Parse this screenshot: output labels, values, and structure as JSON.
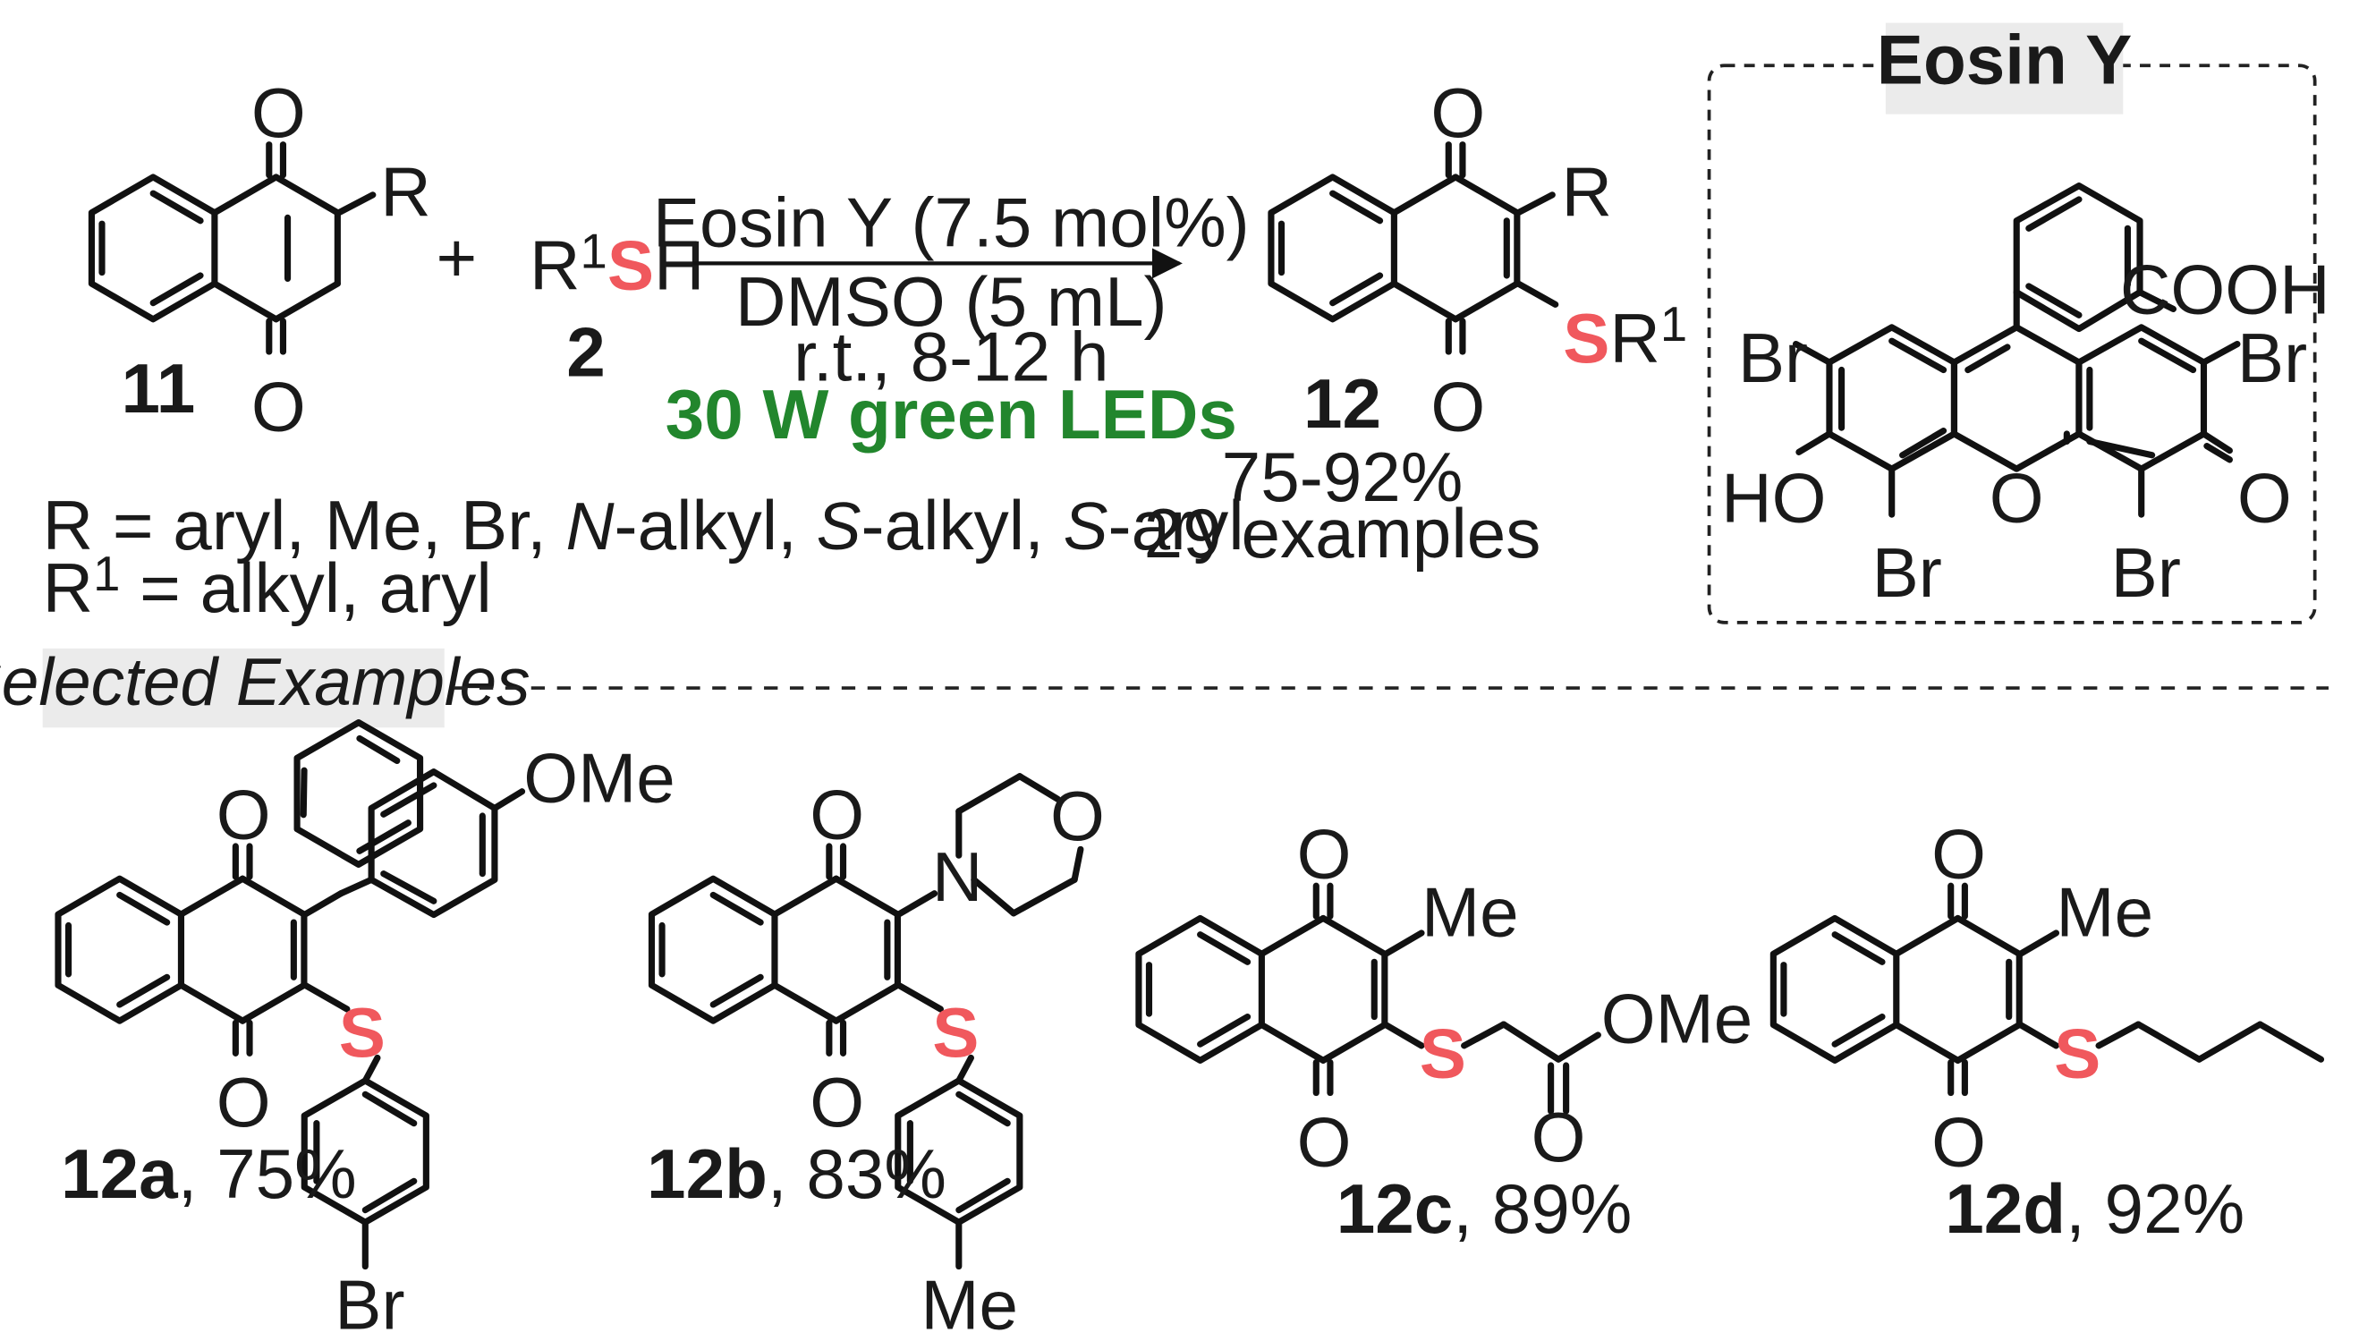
{
  "colors": {
    "sulfur": "#f0585d",
    "green_led": "#22862d",
    "box_fill": "#ebebeb",
    "bond": "#111111"
  },
  "scheme": {
    "reactant": {
      "number": "11",
      "sub_R": "R",
      "O_top": "O",
      "O_bottom": "O"
    },
    "plus": "+",
    "thiol": {
      "R": "R",
      "sup": "1",
      "S": "S",
      "H": "H",
      "number": "2"
    },
    "conditions": {
      "catalyst": "Eosin Y (7.5 mol%)",
      "solvent": "DMSO (5 mL)",
      "temp_time": "r.t., 8-12 h",
      "light": "30 W green LEDs"
    },
    "product": {
      "number": "12",
      "sub_R": "R",
      "S": "S",
      "R1": "R",
      "R1_sup": "1",
      "O_top": "O",
      "O_bottom": "O",
      "yield": "75-92%",
      "examples": "29 examples"
    },
    "scope": {
      "R_prefix": "R = aryl, Me, Br, ",
      "R_N": "N",
      "R_N_suffix": "-alkyl, ",
      "R_S1": "S",
      "R_S1_suffix": "-alkyl, ",
      "R_S2": "S",
      "R_S2_suffix": "-aryl",
      "R1_R": "R",
      "R1_sup": "1",
      "R1_suffix": " = alkyl, aryl"
    }
  },
  "eosin": {
    "title": "Eosin Y",
    "labels": {
      "COOH": "COOH",
      "Br_tl": "Br",
      "Br_tr": "Br",
      "HO": "HO",
      "O_ring": "O",
      "O_keto": "O",
      "Br_bl": "Br",
      "Br_br": "Br"
    }
  },
  "selected": {
    "title": "Selected Examples",
    "items": [
      {
        "id": "12a",
        "yield": ", 75%",
        "sub_label": "OMe",
        "S": "S",
        "para": "Br",
        "O_top": "O",
        "O_bottom": "O"
      },
      {
        "id": "12b",
        "yield": ", 83%",
        "sub_label": "N",
        "ring_O": "O",
        "S": "S",
        "para": "Me",
        "O_top": "O",
        "O_bottom": "O"
      },
      {
        "id": "12c",
        "yield": ", 89%",
        "sub_label": "Me",
        "S": "S",
        "ester_OMe": "OMe",
        "ester_O": "O",
        "O_top": "O",
        "O_bottom": "O"
      },
      {
        "id": "12d",
        "yield": ", 92%",
        "sub_label": "Me",
        "S": "S",
        "O_top": "O",
        "O_bottom": "O"
      }
    ]
  }
}
